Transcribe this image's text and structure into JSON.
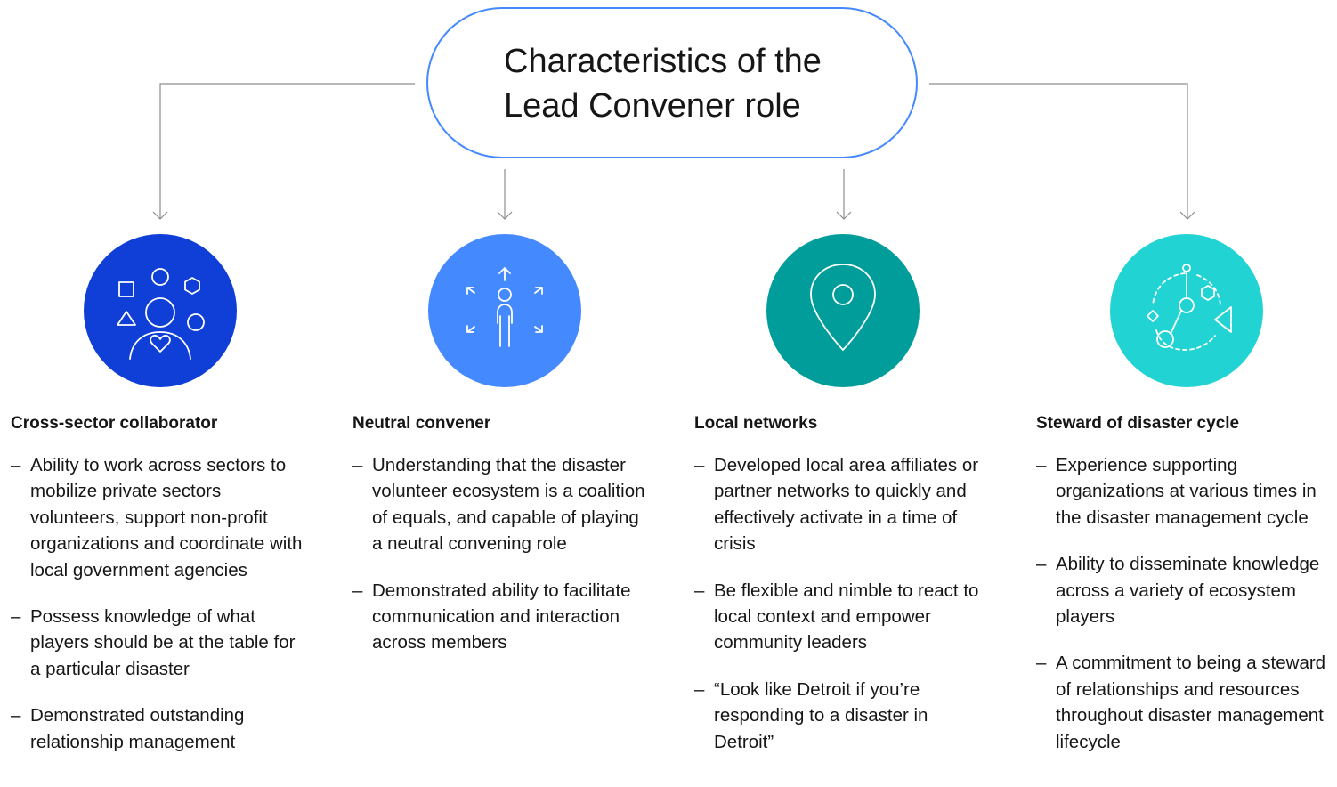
{
  "title": {
    "lines": [
      "Characteristics of the",
      "Lead Convener role"
    ]
  },
  "colors": {
    "pill_border": "#4589ff",
    "connector": "#8d8d8d",
    "col1": "#0f3fd6",
    "col2": "#4589ff",
    "col3": "#009d9a",
    "col4": "#22d3d3"
  },
  "columns": [
    {
      "heading": "Cross-sector collaborator",
      "icon": "people-shapes-icon",
      "points": [
        "Ability to work across sectors to mobilize private sectors volunteers, support non-profit organizations and coordinate with local government agencies",
        "Possess knowledge of what players should be at the table for a particular disaster",
        "Demonstrated outstanding relationship management"
      ]
    },
    {
      "heading": "Neutral convener",
      "icon": "person-arrows-icon",
      "points": [
        "Understanding that the disaster volunteer ecosystem is a coalition of equals, and capable of playing a neutral convening role",
        "Demonstrated ability to facilitate communication and interaction across members"
      ]
    },
    {
      "heading": "Local networks",
      "icon": "location-pin-icon",
      "points": [
        "Developed local area affiliates or partner networks to quickly and effectively activate in a time of crisis",
        "Be flexible and nimble to react to local context and empower community leaders",
        "“Look like Detroit if you’re responding to a disaster in Detroit”"
      ]
    },
    {
      "heading": "Steward of disaster cycle",
      "icon": "cycle-nodes-icon",
      "points": [
        "Experience supporting organizations at various times in the disaster management cycle",
        "Ability to disseminate knowledge across a variety of ecosystem players",
        "A commitment to being a steward of relationships and resources throughout disaster management lifecycle"
      ]
    }
  ]
}
